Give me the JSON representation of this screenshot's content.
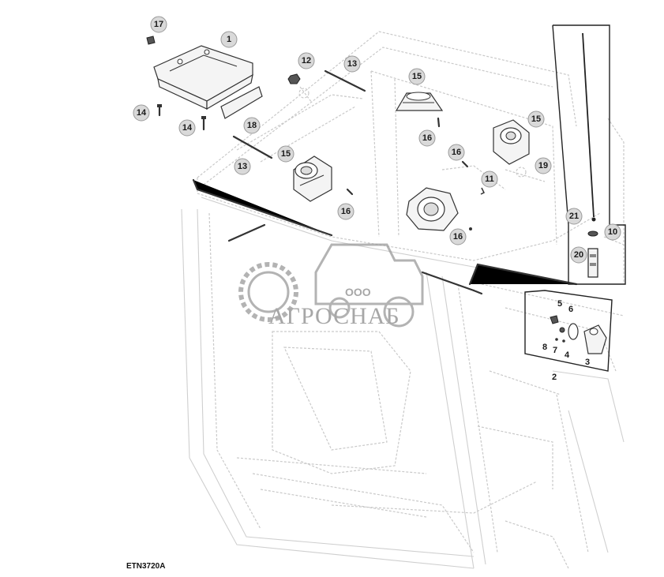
{
  "figure": {
    "reference_code": "ETN3720A"
  },
  "watermark": {
    "prefix": "ООО",
    "brand": "АГРОСНАБ",
    "color": "#8a8a8a"
  },
  "callouts": {
    "c1": "1",
    "c2": "2",
    "c3": "3",
    "c4": "4",
    "c5": "5",
    "c6": "6",
    "c7": "7",
    "c8": "8",
    "c10": "10",
    "c11": "11",
    "c12": "12",
    "c13a": "13",
    "c13b": "13",
    "c14a": "14",
    "c14b": "14",
    "c15a": "15",
    "c15b": "15",
    "c15c": "15",
    "c16a": "16",
    "c16b": "16",
    "c16c": "16",
    "c16d": "16",
    "c17": "17",
    "c18": "18",
    "c19": "19",
    "c20": "20",
    "c21": "21"
  }
}
